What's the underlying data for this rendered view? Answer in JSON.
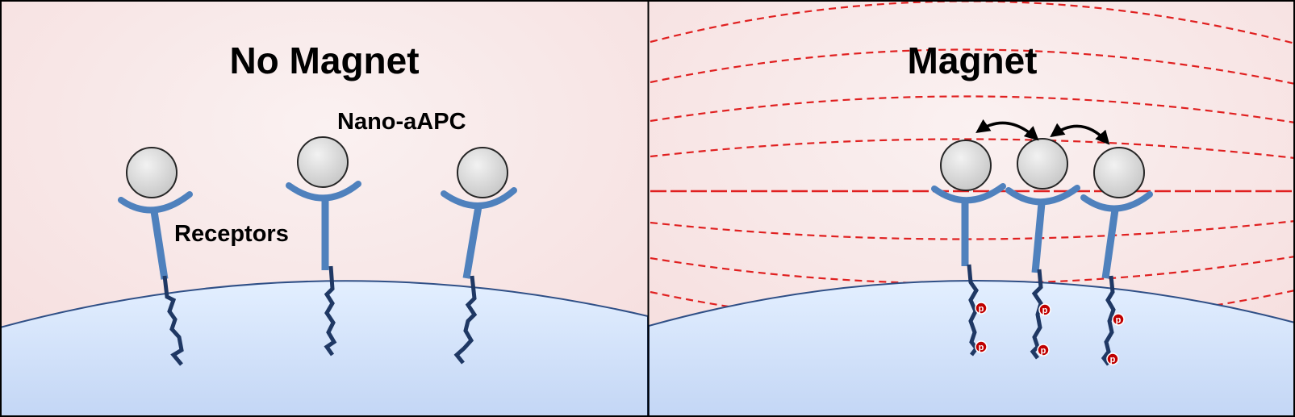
{
  "panels": [
    {
      "id": "no-magnet",
      "title": "No Magnet",
      "labels": {
        "particle": "Nano-aAPC",
        "receptor": "Receptors"
      }
    },
    {
      "id": "magnet",
      "title": "Magnet",
      "phospho_marker": "p"
    }
  ],
  "colors": {
    "background": "#f6dede",
    "background_center": "#faf1f1",
    "cell_top": "#e3efff",
    "cell_bottom": "#c3d6f5",
    "cell_outline": "#2f4f86",
    "receptor": "#4f81bd",
    "receptor_tail": "#1f3864",
    "particle_fill": "#d9d9d9",
    "particle_stroke": "#262626",
    "field_lines": "#e02020",
    "phospho_fill": "#c00000",
    "arrow": "#000000"
  },
  "icons": {
    "particle": "circle-bead",
    "receptor": "y-shaped-receptor",
    "field": "dashed-field-lines",
    "clustering": "double-headed-curved-arrow"
  }
}
